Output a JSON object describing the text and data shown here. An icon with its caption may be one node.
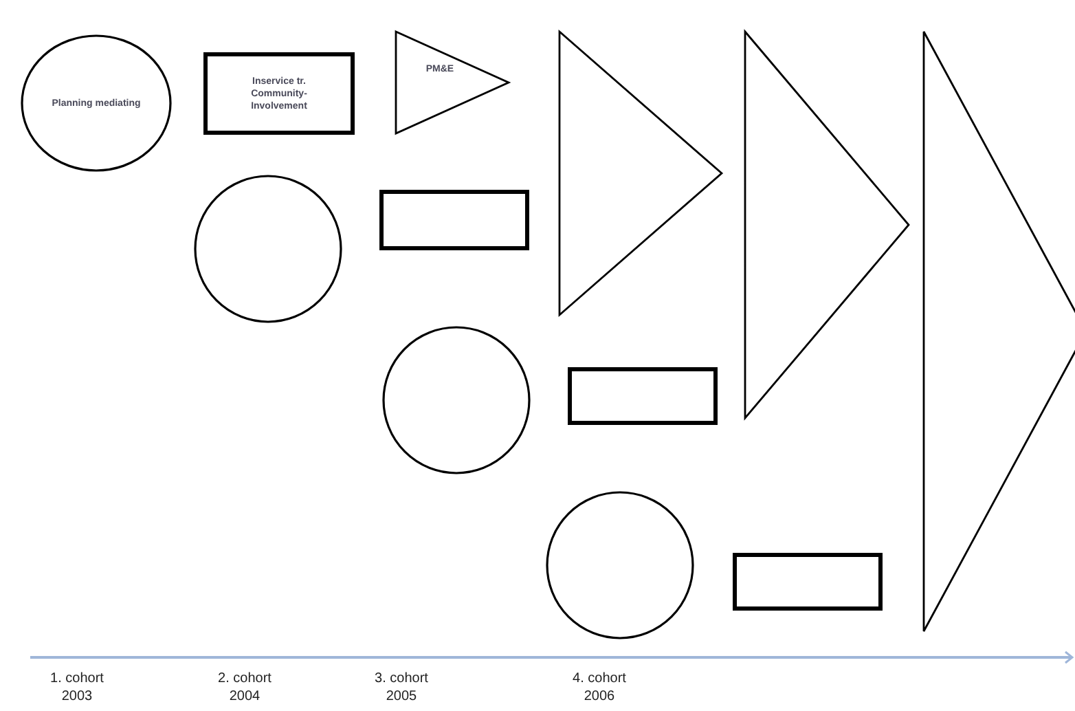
{
  "diagram": {
    "nodes": [
      {
        "text": [
          "Planning mediating"
        ]
      },
      {
        "text": [
          "Inservice tr. Community-Involvement"
        ]
      },
      {
        "text": [
          "PM&E"
        ]
      },
      {
        "text": [],
        "shape": "circle"
      },
      {
        "text": [],
        "shape": "box"
      },
      {
        "text": [],
        "shape": "circle"
      },
      {
        "text": [],
        "shape": "circle"
      },
      {
        "text": [],
        "shape": "triangle"
      },
      {
        "text": [],
        "shape": "box"
      },
      {
        "text": [],
        "shape": "box"
      },
      {
        "text": [],
        "shape": "triangle"
      },
      {
        "text": [],
        "shape": "triangle"
      }
    ],
    "labels": [
      "1. cohort 2003",
      "2. cohort 2004",
      "3. cohort 2005",
      "4. cohort 2006"
    ]
  }
}
